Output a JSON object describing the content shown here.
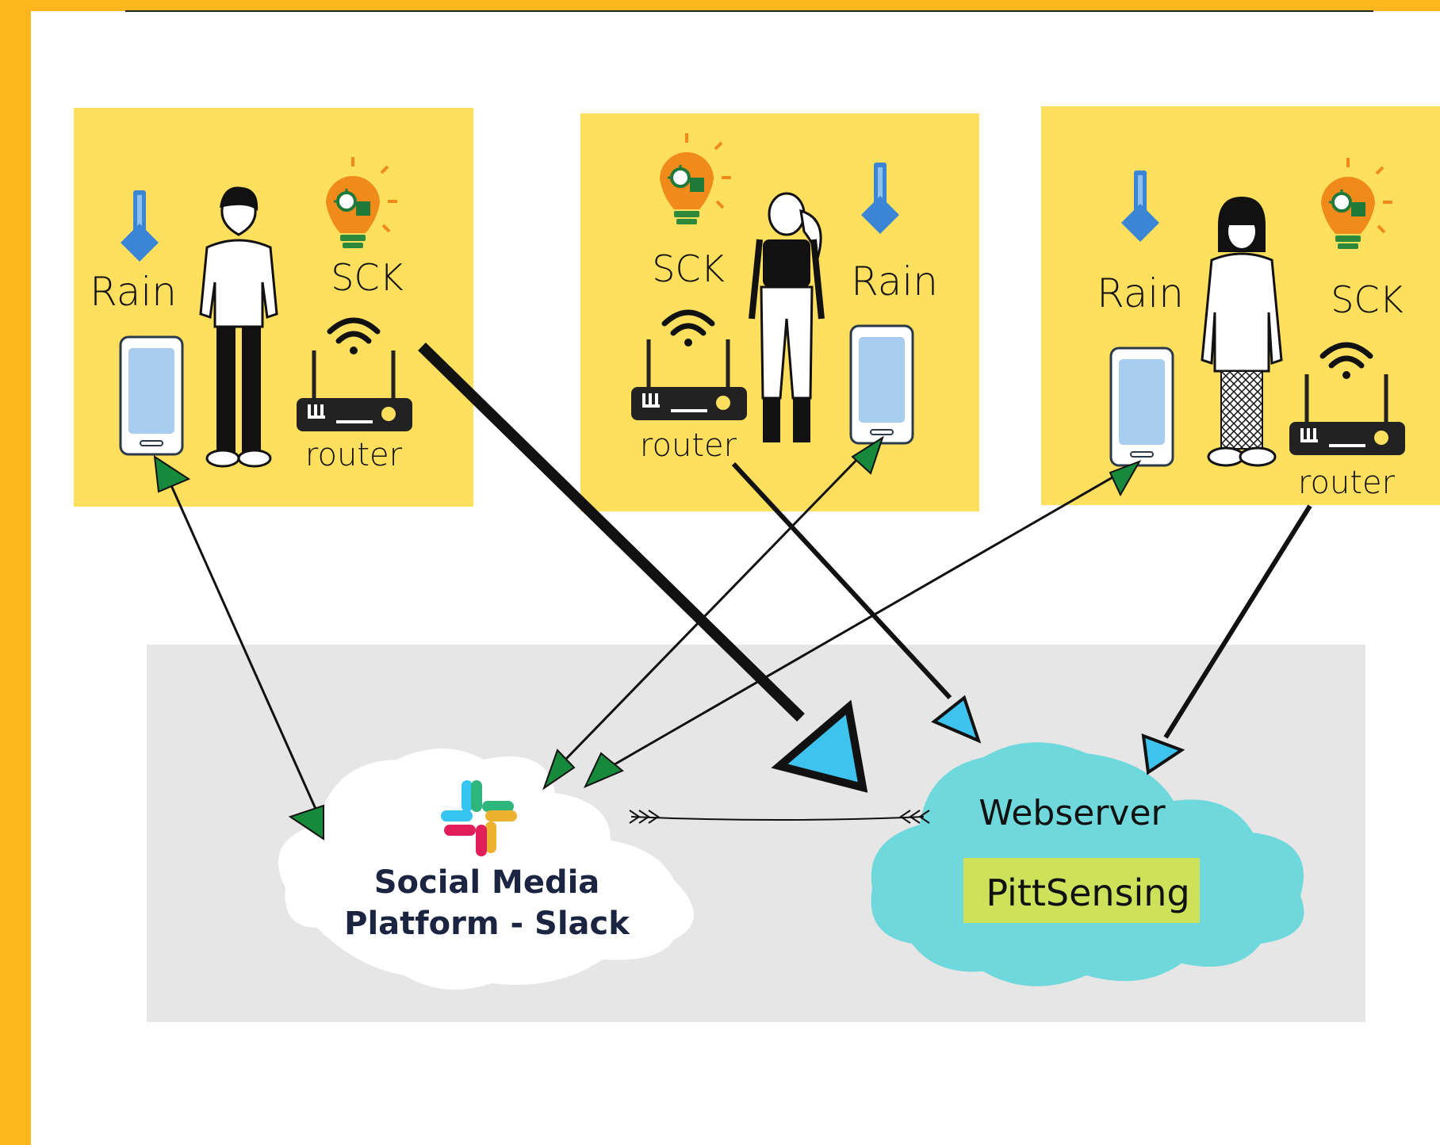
{
  "households": [
    {
      "rain": "Rain",
      "sck": "SCK",
      "router": "router"
    },
    {
      "rain": "Rain",
      "sck": "SCK",
      "router": "router"
    },
    {
      "rain": "Rain",
      "sck": "SCK",
      "router": "router"
    }
  ],
  "slack": {
    "line1": "Social Media",
    "line2": "Platform - Slack"
  },
  "webserver": {
    "title": "Webserver",
    "badge": "PittSensing"
  },
  "colors": {
    "frame": "#fdb71c",
    "panel": "#ffdf5e",
    "platform": "#e6e6e6",
    "cloud_web": "#6fd8dc",
    "badge": "#cde25a",
    "arrow_green": "#17893a",
    "arrow_blue": "#3ec3ee",
    "bulb": "#f08a1a",
    "thermo": "#3a86d4",
    "phone_screen": "#a8cdef"
  }
}
